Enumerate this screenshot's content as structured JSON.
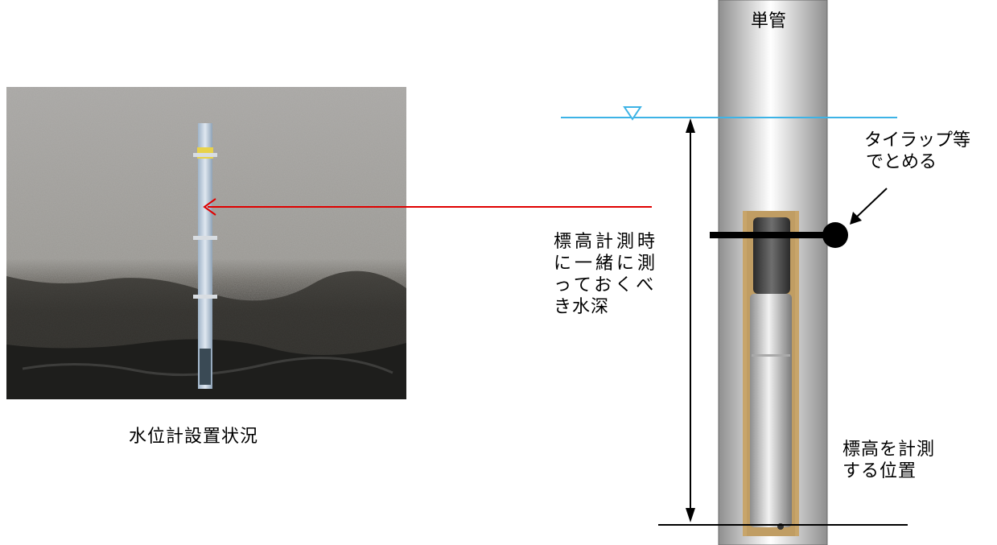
{
  "photo": {
    "caption": "水位計設置状況"
  },
  "diagram": {
    "pipe_label": "単管",
    "tie_label_lines": [
      "タイラップ等",
      "でとめる"
    ],
    "depth_label_lines": [
      "標高計測時",
      "に一緒に測",
      "っておくべ",
      "き水深"
    ],
    "elevation_label_lines": [
      "標高を計測",
      "する位置"
    ],
    "colors": {
      "water_line": "#3db3e6",
      "arrow": "#e00000",
      "pipe_edge": "#8a8a8a",
      "black": "#000000"
    }
  }
}
